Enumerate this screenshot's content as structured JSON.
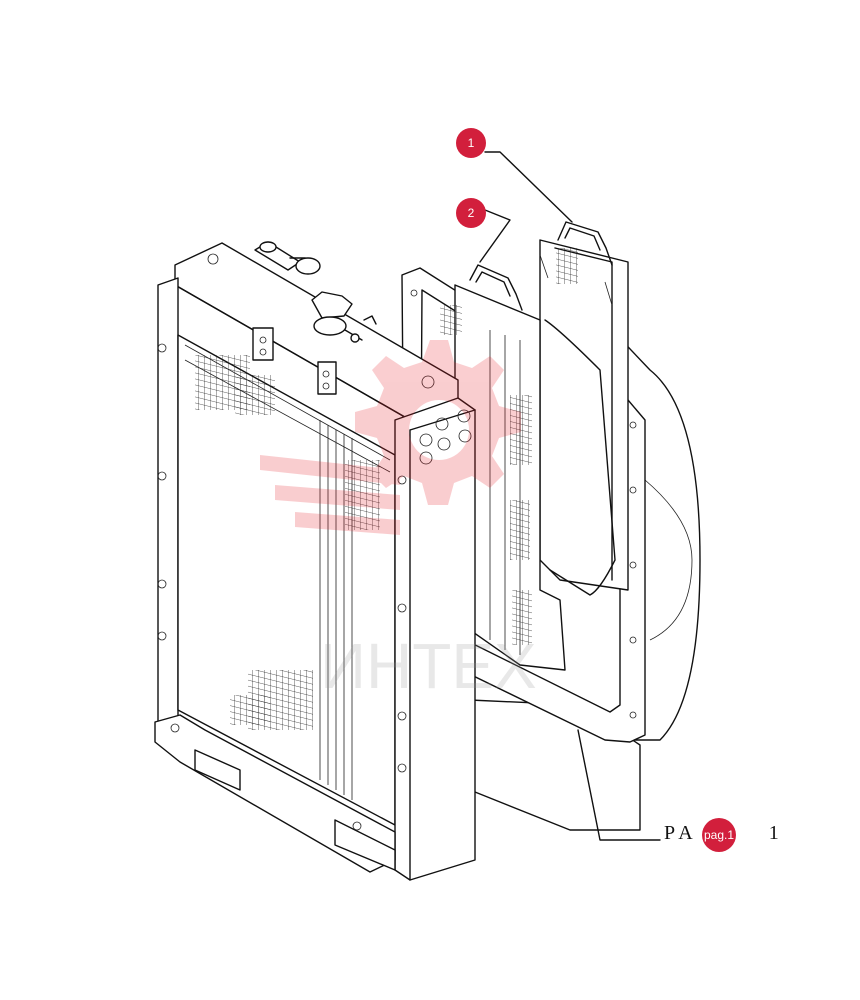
{
  "callouts": [
    {
      "number": "1"
    },
    {
      "number": "2"
    }
  ],
  "reference": {
    "prefix": "P A",
    "link_text": "pag.1",
    "suffix": "1"
  },
  "watermark": {
    "text": "ИНТЕХ",
    "color": "#e8202a"
  },
  "colors": {
    "callout": "#d21f3c",
    "line": "#111111"
  }
}
